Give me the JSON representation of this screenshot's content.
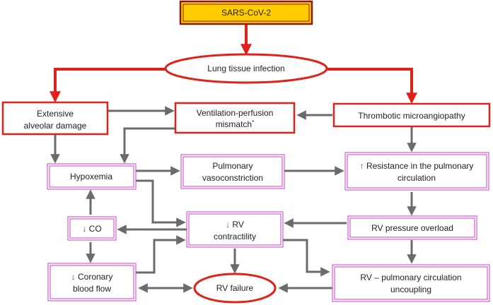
{
  "nodes": {
    "sars": {
      "label": "SARS-CoV-2"
    },
    "lung": {
      "label": "Lung tissue infection"
    },
    "alveolar": {
      "line1": "Extensive",
      "line2": "alveolar damage"
    },
    "vq": {
      "line1": "Ventilation-perfusion",
      "line2": "mismatch",
      "footnote": "*"
    },
    "thrombotic": {
      "label": "Thrombotic microangiopathy"
    },
    "hypoxemia": {
      "label": "Hypoxemia"
    },
    "vasoconstriction": {
      "line1": "Pulmonary",
      "line2": "vasoconstriction"
    },
    "resistance": {
      "symbol": "↑",
      "line1": " Resistance in the pulmonary",
      "line2": "circulation"
    },
    "co": {
      "symbol": "↓",
      "label": " CO"
    },
    "rv_contractility": {
      "symbol": "↓",
      "line1": " RV",
      "line2": "contractility"
    },
    "rv_pressure": {
      "label": "RV pressure overload"
    },
    "coronary": {
      "symbol": "↓",
      "line1": " Coronary",
      "line2": "blood flow"
    },
    "rv_failure": {
      "label": "RV failure"
    },
    "uncoupling": {
      "line1": "RV – pulmonary circulation",
      "line2": "uncoupling"
    }
  },
  "colors": {
    "red": "#e0221a",
    "magenta": "#d63ad6",
    "gray_arrow": "#6b6b6b",
    "yellow_fill": "#ffcc00",
    "dark_red_border": "#8b1a1a"
  }
}
